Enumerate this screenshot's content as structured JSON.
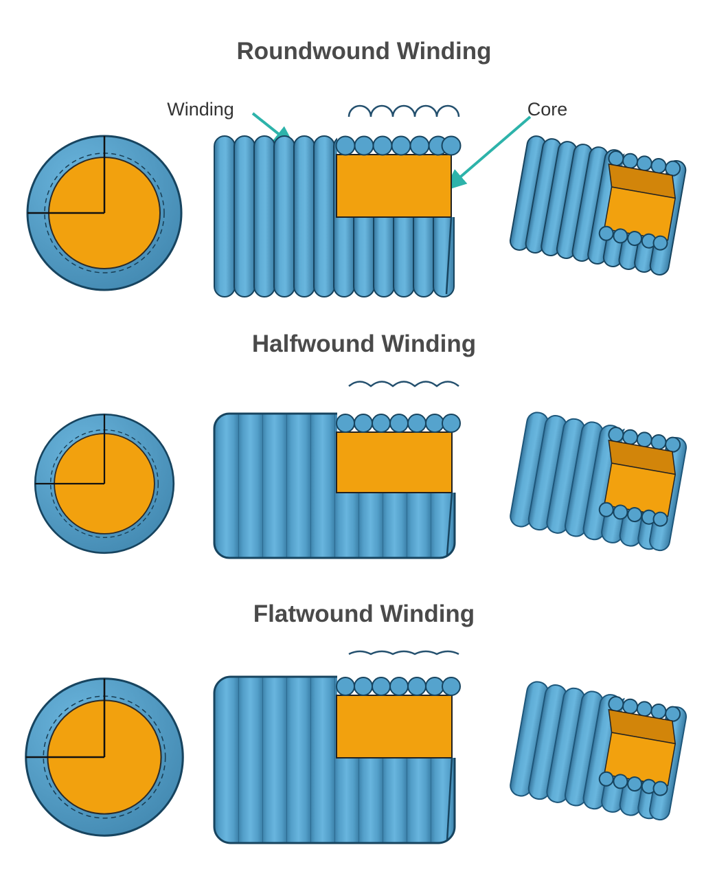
{
  "sections": [
    {
      "id": "roundwound",
      "title": "Roundwound Winding"
    },
    {
      "id": "halfwound",
      "title": "Halfwound Winding"
    },
    {
      "id": "flatwound",
      "title": "Flatwound Winding"
    }
  ],
  "annotations": {
    "winding_label": "Winding",
    "core_label": "Core"
  },
  "colors": {
    "winding_blue": "#4d9cc6",
    "winding_blue_dark": "#17445f",
    "core_orange": "#f2a10e",
    "core_orange_dark": "#d2850a",
    "arrow_teal": "#2db3aa",
    "title_gray": "#4a4a4a"
  }
}
